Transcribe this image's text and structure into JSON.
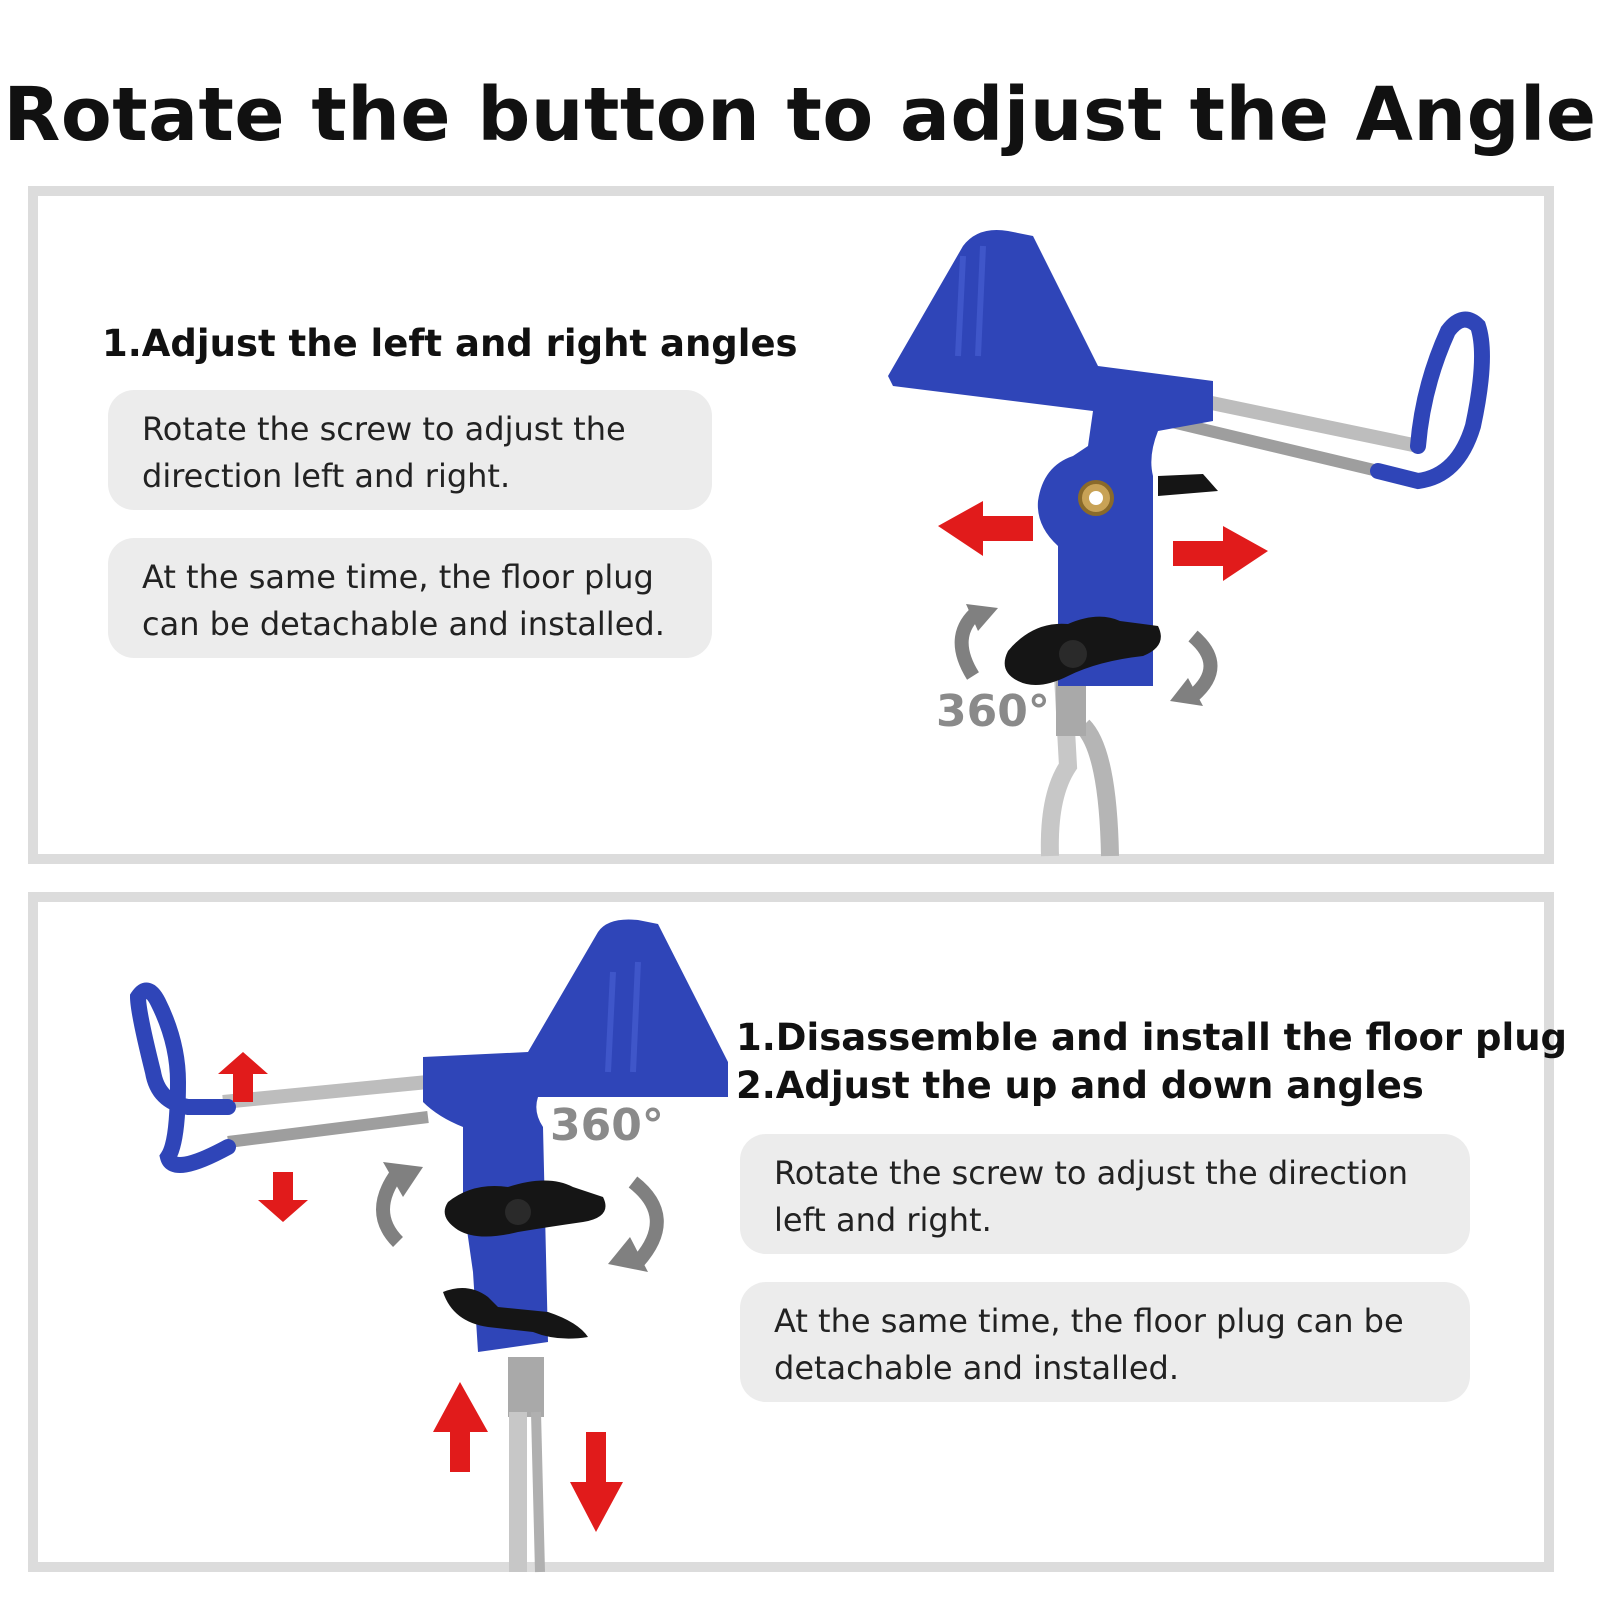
{
  "title": "Rotate the button to adjust the Angle",
  "panel_top": {
    "heading": "1.Adjust the left and right angles",
    "bubble1": {
      "line1": "Rotate the screw to adjust the",
      "line2": "direction left and right."
    },
    "bubble2": {
      "line1": "At the same time, the floor plug",
      "line2": "can be detachable and installed."
    },
    "rotation_label": "360°"
  },
  "panel_bottom": {
    "heading1": "1.Disassemble and install the floor plug",
    "heading2": "2.Adjust the up and down angles",
    "bubble1": {
      "line1": "Rotate the screw to adjust the direction",
      "line2": "left and right."
    },
    "bubble2": {
      "line1": "At the same time, the floor plug can be",
      "line2": "detachable and installed."
    },
    "rotation_label": "360°"
  },
  "colors": {
    "bracket_blue": "#2f45b8",
    "arrow_red": "#e11b1b",
    "arrow_gray": "#808080",
    "knob_black": "#151515",
    "frame_gray": "#dcdcdc",
    "bubble_gray": "#ececec"
  }
}
